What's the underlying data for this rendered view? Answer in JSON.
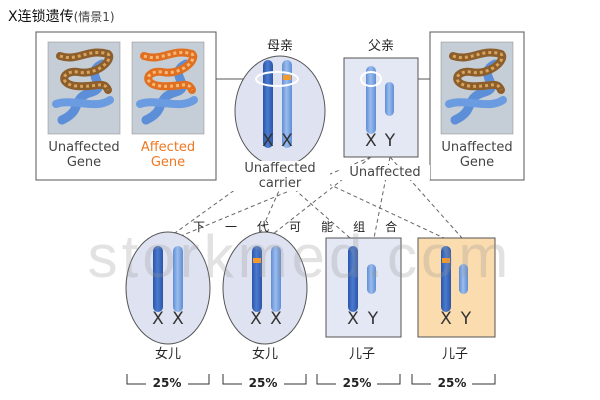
{
  "title": {
    "main": "X连锁遗传",
    "sub": "(情景1)"
  },
  "parents": {
    "mother": {
      "label": "母亲",
      "karyotype": [
        "X",
        "X"
      ],
      "status": [
        "Unaffected",
        "carrier"
      ]
    },
    "father": {
      "label": "父亲",
      "karyotype": [
        "X",
        "Y"
      ],
      "status": "Unaffected"
    }
  },
  "gene_panels": {
    "unaffected": [
      "Unaffected",
      "Gene"
    ],
    "affected": [
      "Affected",
      "Gene"
    ],
    "father_gene": [
      "Unaffected",
      "Gene"
    ]
  },
  "next_generation": {
    "label": [
      "下",
      "一",
      "代",
      "可",
      "能",
      "组",
      "合"
    ],
    "offspring": [
      {
        "label": "女儿",
        "karyotype": [
          "X",
          "X"
        ],
        "percent": "25%"
      },
      {
        "label": "女儿",
        "karyotype": [
          "X",
          "X"
        ],
        "percent": "25%"
      },
      {
        "label": "儿子",
        "karyotype": [
          "X",
          "Y"
        ],
        "percent": "25%"
      },
      {
        "label": "儿子",
        "karyotype": [
          "X",
          "Y"
        ],
        "percent": "25%"
      }
    ]
  },
  "watermark": "storkmed.com",
  "colors": {
    "x_chrom": "#3a66b8",
    "y_chrom": "#6e9ad6",
    "mutation": "#f39a2b",
    "affected_text": "#ee7722",
    "female_bg": "#dfe3f1",
    "male_bg": "#e4e8f4",
    "affected_bg": "#fbdcae"
  }
}
